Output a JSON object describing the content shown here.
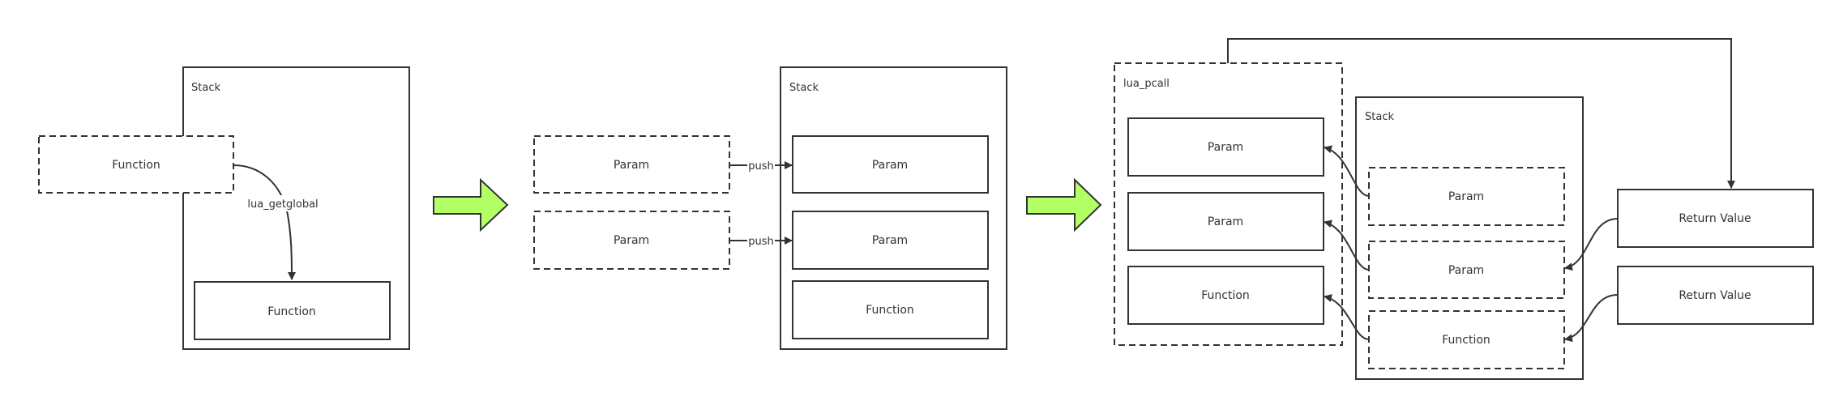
{
  "colors": {
    "stroke": "#333333",
    "text": "#333333",
    "background": "#ffffff",
    "arrow_fill": "#b3ff66"
  },
  "panel1": {
    "stack_title": "Stack",
    "outside_function": "Function",
    "edge_label": "lua_getglobal",
    "stack_function": "Function"
  },
  "panel2": {
    "stack_title": "Stack",
    "param_outside_1": "Param",
    "param_outside_2": "Param",
    "push_label_1": "push",
    "push_label_2": "push",
    "stack_param_1": "Param",
    "stack_param_2": "Param",
    "stack_function": "Function"
  },
  "panel3": {
    "call_title": "lua_pcall",
    "call_param_1": "Param",
    "call_param_2": "Param",
    "call_function": "Function",
    "stack_title": "Stack",
    "stack_param_1": "Param",
    "stack_param_2": "Param",
    "stack_function": "Function",
    "return_value_1": "Return Value",
    "return_value_2": "Return Value"
  }
}
